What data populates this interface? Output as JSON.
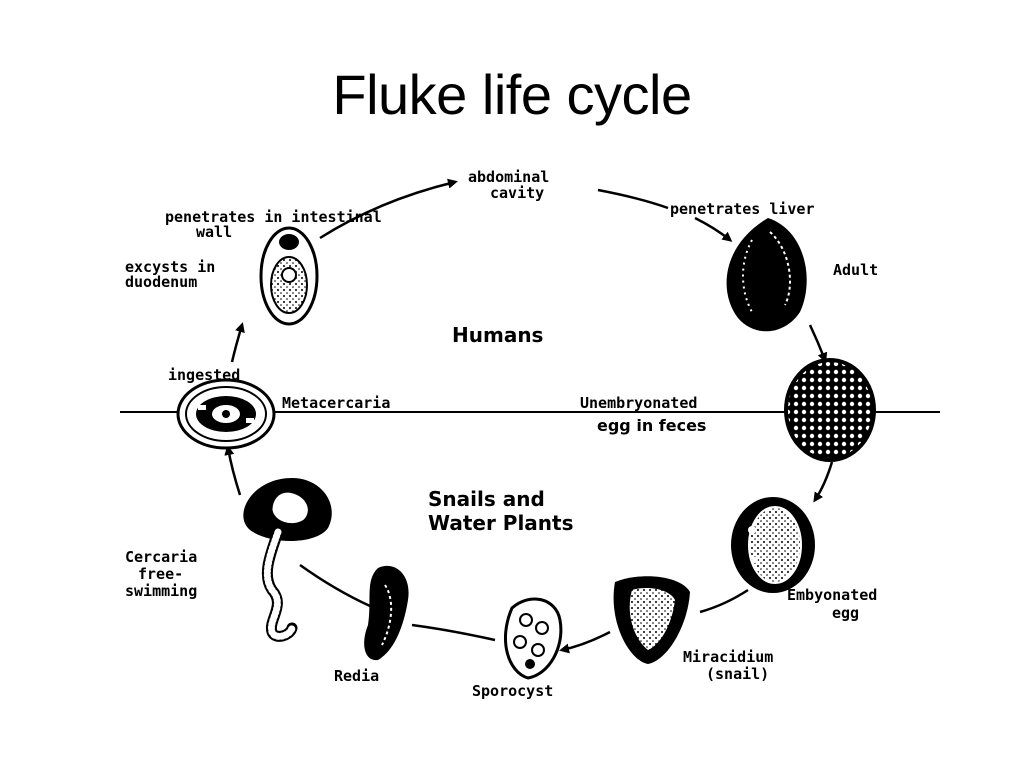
{
  "title": "Fluke life cycle",
  "regions": {
    "upper": "Humans",
    "lower_line1": "Snails and",
    "lower_line2": "Water Plants"
  },
  "stages": {
    "abdominal_cavity_1": "abdominal",
    "abdominal_cavity_2": "cavity",
    "penetrates_liver": "penetrates liver",
    "adult": "Adult",
    "unembryonated_1": "Unembryonated",
    "unembryonated_2": "egg in feces",
    "embryonated_1": "Embyonated",
    "embryonated_2": "egg",
    "miracidium_1": "Miracidium",
    "miracidium_2": "(snail)",
    "sporocyst": "Sporocyst",
    "redia": "Redia",
    "cercaria_1": "Cercaria",
    "cercaria_2": "free-",
    "cercaria_3": "swimming",
    "metacercaria": "Metacercaria",
    "ingested": "ingested",
    "excysts_1": "excysts in",
    "excysts_2": "duodenum",
    "penetrates_intestinal_1": "penetrates in intestinal",
    "penetrates_intestinal_2": "wall"
  }
}
